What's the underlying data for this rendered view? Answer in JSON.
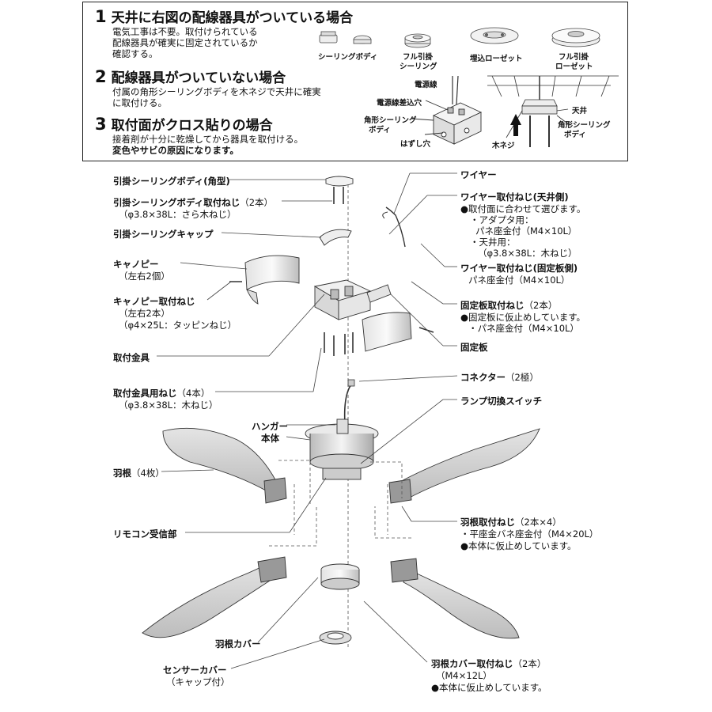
{
  "sections": [
    {
      "num": "1",
      "title": "天井に右図の配線器具がついている場合",
      "lines": [
        "電気工事は不要。取付けられている",
        "配線器具が確実に固定されているか",
        "確認する。"
      ]
    },
    {
      "num": "2",
      "title": "配線器具がついていない場合",
      "lines": [
        "付属の角形シーリングボディを木ネジで天井に確実",
        "に取付ける。"
      ]
    },
    {
      "num": "3",
      "title": "取付面がクロス貼りの場合",
      "lines": [
        "接着剤が十分に乾燥してから器具を取付ける。"
      ],
      "bold_line": "変色やサビの原因になります。"
    }
  ],
  "fixtures": {
    "ceiling_body": "シーリングボディ",
    "full_hook_ceiling": [
      "フル引掛",
      "シーリング"
    ],
    "embedded_rosette": "埋込ローゼット",
    "full_hook_rosette": [
      "フル引掛",
      "ローゼット"
    ]
  },
  "wiring": {
    "power_wire": "電源線",
    "power_wire_hole": "電源線差込穴",
    "square_body": [
      "角形シーリング",
      "ボディ"
    ],
    "knockout_hole": "はずし穴",
    "ceiling": "天井",
    "square_body_right": [
      "角形シーリング",
      "ボディ"
    ],
    "wood_screw": "木ネジ"
  },
  "parts_left": {
    "hook_body": "引掛シーリングボディ(角型)",
    "hook_body_screw": "引掛シーリングボディ取付ねじ",
    "hook_body_screw_qty": "（2本）",
    "hook_body_screw_spec": "（φ3.8×38L：さら木ねじ）",
    "hook_cap": "引掛シーリングキャップ",
    "canopy": "キャノピー",
    "canopy_qty": "（左右2個）",
    "canopy_screw": "キャノピー取付ねじ",
    "canopy_screw_qty": "（左右2本）",
    "canopy_screw_spec": "（φ4×25L：タッピンねじ）",
    "bracket": "取付金具",
    "bracket_screw": "取付金具用ねじ",
    "bracket_screw_qty": "（4本）",
    "bracket_screw_spec": "（φ3.8×38L：木ねじ）",
    "hanger": "ハンガー",
    "main_body": "本体",
    "blades": "羽根",
    "blades_qty": "（4枚）",
    "remote_receiver": "リモコン受信部",
    "blade_cover": "羽根カバー",
    "sensor_cover": "センサーカバー",
    "sensor_cover_note": "（キャップ付）"
  },
  "parts_right": {
    "wire": "ワイヤー",
    "wire_screw_ceiling": "ワイヤー取付ねじ(天井側)",
    "wire_screw_ceiling_notes": [
      "●取付面に合わせて選びます。",
      "・アダプタ用：",
      "パネ座金付（M4×10L）",
      "・天井用：",
      "（φ3.8×38L：木ねじ）"
    ],
    "wire_screw_plate": "ワイヤー取付ねじ(固定板側)",
    "wire_screw_plate_spec": "パネ座金付（M4×10L）",
    "plate_screw": "固定板取付ねじ",
    "plate_screw_qty": "（2本）",
    "plate_screw_notes": [
      "●固定板に仮止めしています。",
      "・パネ座金付（M4×10L）"
    ],
    "plate": "固定板",
    "connector": "コネクター",
    "connector_qty": "（2極）",
    "lamp_switch": "ランプ切換スイッチ",
    "blade_screw": "羽根取付ねじ",
    "blade_screw_qty": "（2本×4）",
    "blade_screw_notes": [
      "・平座金バネ座金付（M4×20L）",
      "●本体に仮止めしています。"
    ],
    "cover_screw": "羽根カバー取付ねじ",
    "cover_screw_qty": "（2本）",
    "cover_screw_spec": "（M4×12L）",
    "cover_screw_note": "●本体に仮止めしています。"
  }
}
